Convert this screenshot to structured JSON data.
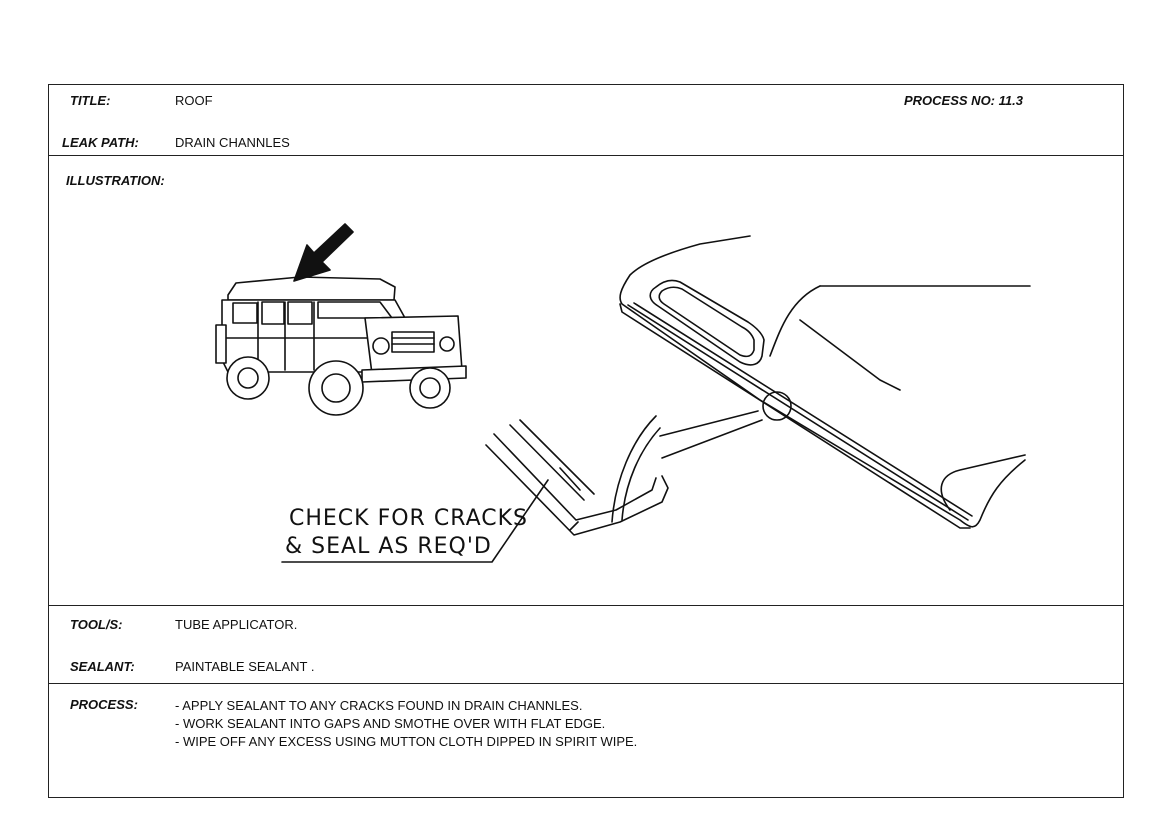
{
  "header": {
    "title_label": "TITLE:",
    "title_value": "ROOF",
    "process_no_label": "PROCESS NO:",
    "process_no_value": "11.3",
    "leak_path_label": "LEAK PATH:",
    "leak_path_value": "DRAIN CHANNLES"
  },
  "illustration": {
    "label": "ILLUSTRATION:",
    "callout_line1": "CHECK FOR CRACKS",
    "callout_line2": "& SEAL AS REQ'D"
  },
  "tools": {
    "label": "TOOL/S:",
    "value": "TUBE APPLICATOR."
  },
  "sealant": {
    "label": "SEALANT:",
    "value": "PAINTABLE  SEALANT ."
  },
  "process": {
    "label": "PROCESS:",
    "steps": [
      "- APPLY SEALANT TO ANY CRACKS FOUND IN DRAIN CHANNLES.",
      "- WORK SEALANT INTO GAPS AND SMOTHE OVER WITH FLAT EDGE.",
      "- WIPE OFF ANY EXCESS USING MUTTON CLOTH DIPPED IN SPIRIT WIPE."
    ]
  }
}
